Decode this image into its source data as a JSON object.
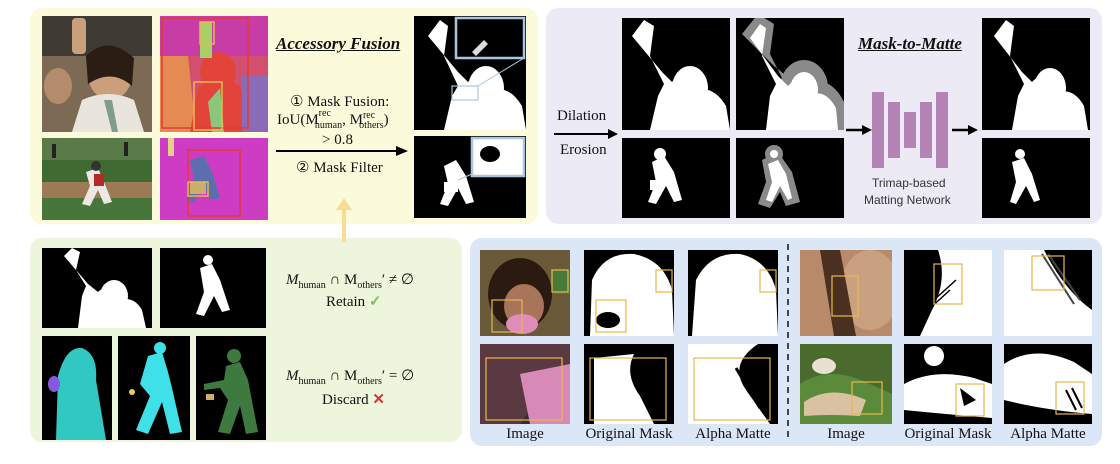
{
  "accessory_fusion": {
    "title": "Accessory Fusion",
    "step1_label": "① Mask Fusion:",
    "step1_formula": "IoU(M",
    "sup1": "rec",
    "sub1": "human",
    "mid": ", M",
    "sup2": "rec",
    "sub2": "others",
    "close": ")",
    "threshold": "> 0.8",
    "step2_label": "② Mask Filter"
  },
  "mask_to_matte": {
    "title": "Mask-to-Matte",
    "dilation": "Dilation",
    "erosion": "Erosion",
    "network_line1": "Trimap-based",
    "network_line2": "Matting Network"
  },
  "filter_rules": {
    "retain_formula": "M",
    "retain_sub": "human",
    "retain_op": " ∩ M",
    "retain_sub2": "others",
    "retain_tail": "′ ≠ ∅",
    "retain_label": "Retain",
    "retain_mark": "✓",
    "discard_formula": "M",
    "discard_sub": "human",
    "discard_op": " ∩ M",
    "discard_sub2": "others",
    "discard_tail": "′ = ∅",
    "discard_label": "Discard",
    "discard_mark": "✕"
  },
  "comparison": {
    "captions": [
      "Image",
      "Original Mask",
      "Alpha Matte",
      "Image",
      "Original Mask",
      "Alpha Matte"
    ]
  },
  "colors": {
    "yellow_panel": "#fbfbdc",
    "lavender_panel": "#ecebf5",
    "green_panel": "#eef5dd",
    "blue_panel": "#dbe7f6",
    "network": "#b683b6",
    "highlight_box": "#e8b84a",
    "zoom_box": "#a9c6e0",
    "retain_green": "#7cc05a",
    "discard_red": "#d8332c",
    "arrow_yellow": "#f7dd93"
  }
}
